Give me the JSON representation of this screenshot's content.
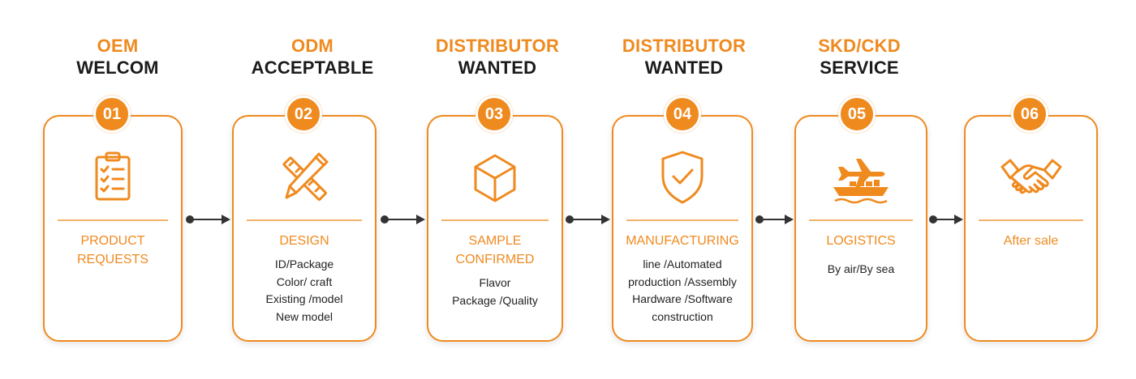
{
  "accent_color": "#ef8a1f",
  "steps": [
    {
      "heading_line1": "OEM",
      "heading_line2": "WELCOM",
      "number": "01",
      "icon": "clipboard-checklist-icon",
      "title": "PRODUCT\nREQUESTS",
      "details": ""
    },
    {
      "heading_line1": "ODM",
      "heading_line2": "ACCEPTABLE",
      "number": "02",
      "icon": "pencil-ruler-icon",
      "title": "DESIGN",
      "details": "ID/Package\nColor/ craft\nExisting /model\nNew model"
    },
    {
      "heading_line1": "DISTRIBUTOR",
      "heading_line2": "WANTED",
      "number": "03",
      "icon": "box-icon",
      "title": "SAMPLE\nCONFIRMED",
      "details": "Flavor\nPackage /Quality"
    },
    {
      "heading_line1": "DISTRIBUTOR",
      "heading_line2": "WANTED",
      "number": "04",
      "icon": "shield-check-icon",
      "title": "MANUFACTURING",
      "details": "line /Automated\nproduction /Assembly\nHardware /Software\nconstruction"
    },
    {
      "heading_line1": "SKD/CKD",
      "heading_line2": "SERVICE",
      "number": "05",
      "icon": "plane-ship-icon",
      "title": "LOGISTICS",
      "details": "By air/By sea"
    },
    {
      "heading_line1": "",
      "heading_line2": "",
      "number": "06",
      "icon": "handshake-icon",
      "title": "After sale",
      "details": ""
    }
  ]
}
